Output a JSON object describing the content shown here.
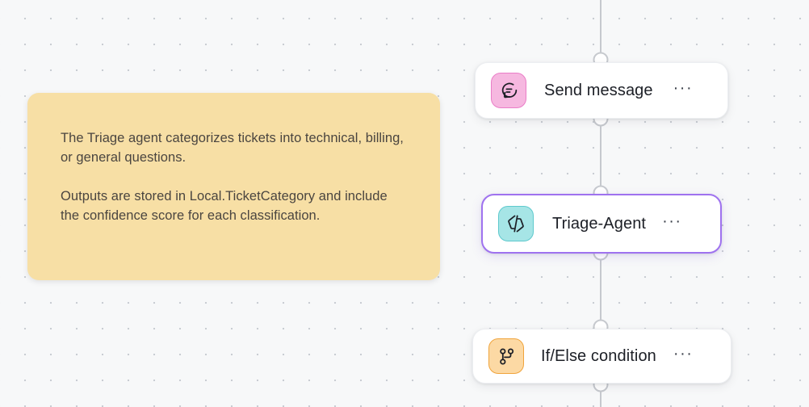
{
  "canvas": {
    "background_color": "#f7f8f9",
    "dot_color": "#c9cdd3"
  },
  "sticky_note": {
    "name": "triage-note",
    "color": "#f7dfa5",
    "paragraphs": [
      "The Triage agent categorizes tickets into technical, billing, or general questions.",
      "Outputs are stored in Local.TicketCategory and include the confidence score for each classification."
    ]
  },
  "nodes": [
    {
      "id": "send-message",
      "title": "Send message",
      "icon": "chat-bubble-icon",
      "icon_color": "#f6b8e0",
      "menu_label": "···",
      "selected": false
    },
    {
      "id": "triage-agent",
      "title": "Triage-Agent",
      "icon": "agent-code-icon",
      "icon_color": "#a6e5e6",
      "menu_label": "···",
      "selected": true,
      "selection_color": "#9f72ef"
    },
    {
      "id": "if-else-condition",
      "title": "If/Else condition",
      "icon": "branch-fork-icon",
      "icon_color": "#fcd9a4",
      "menu_label": "···",
      "selected": false
    }
  ],
  "connectors": {
    "line_color": "#c6c9ce",
    "port_fill": "#ffffff"
  }
}
